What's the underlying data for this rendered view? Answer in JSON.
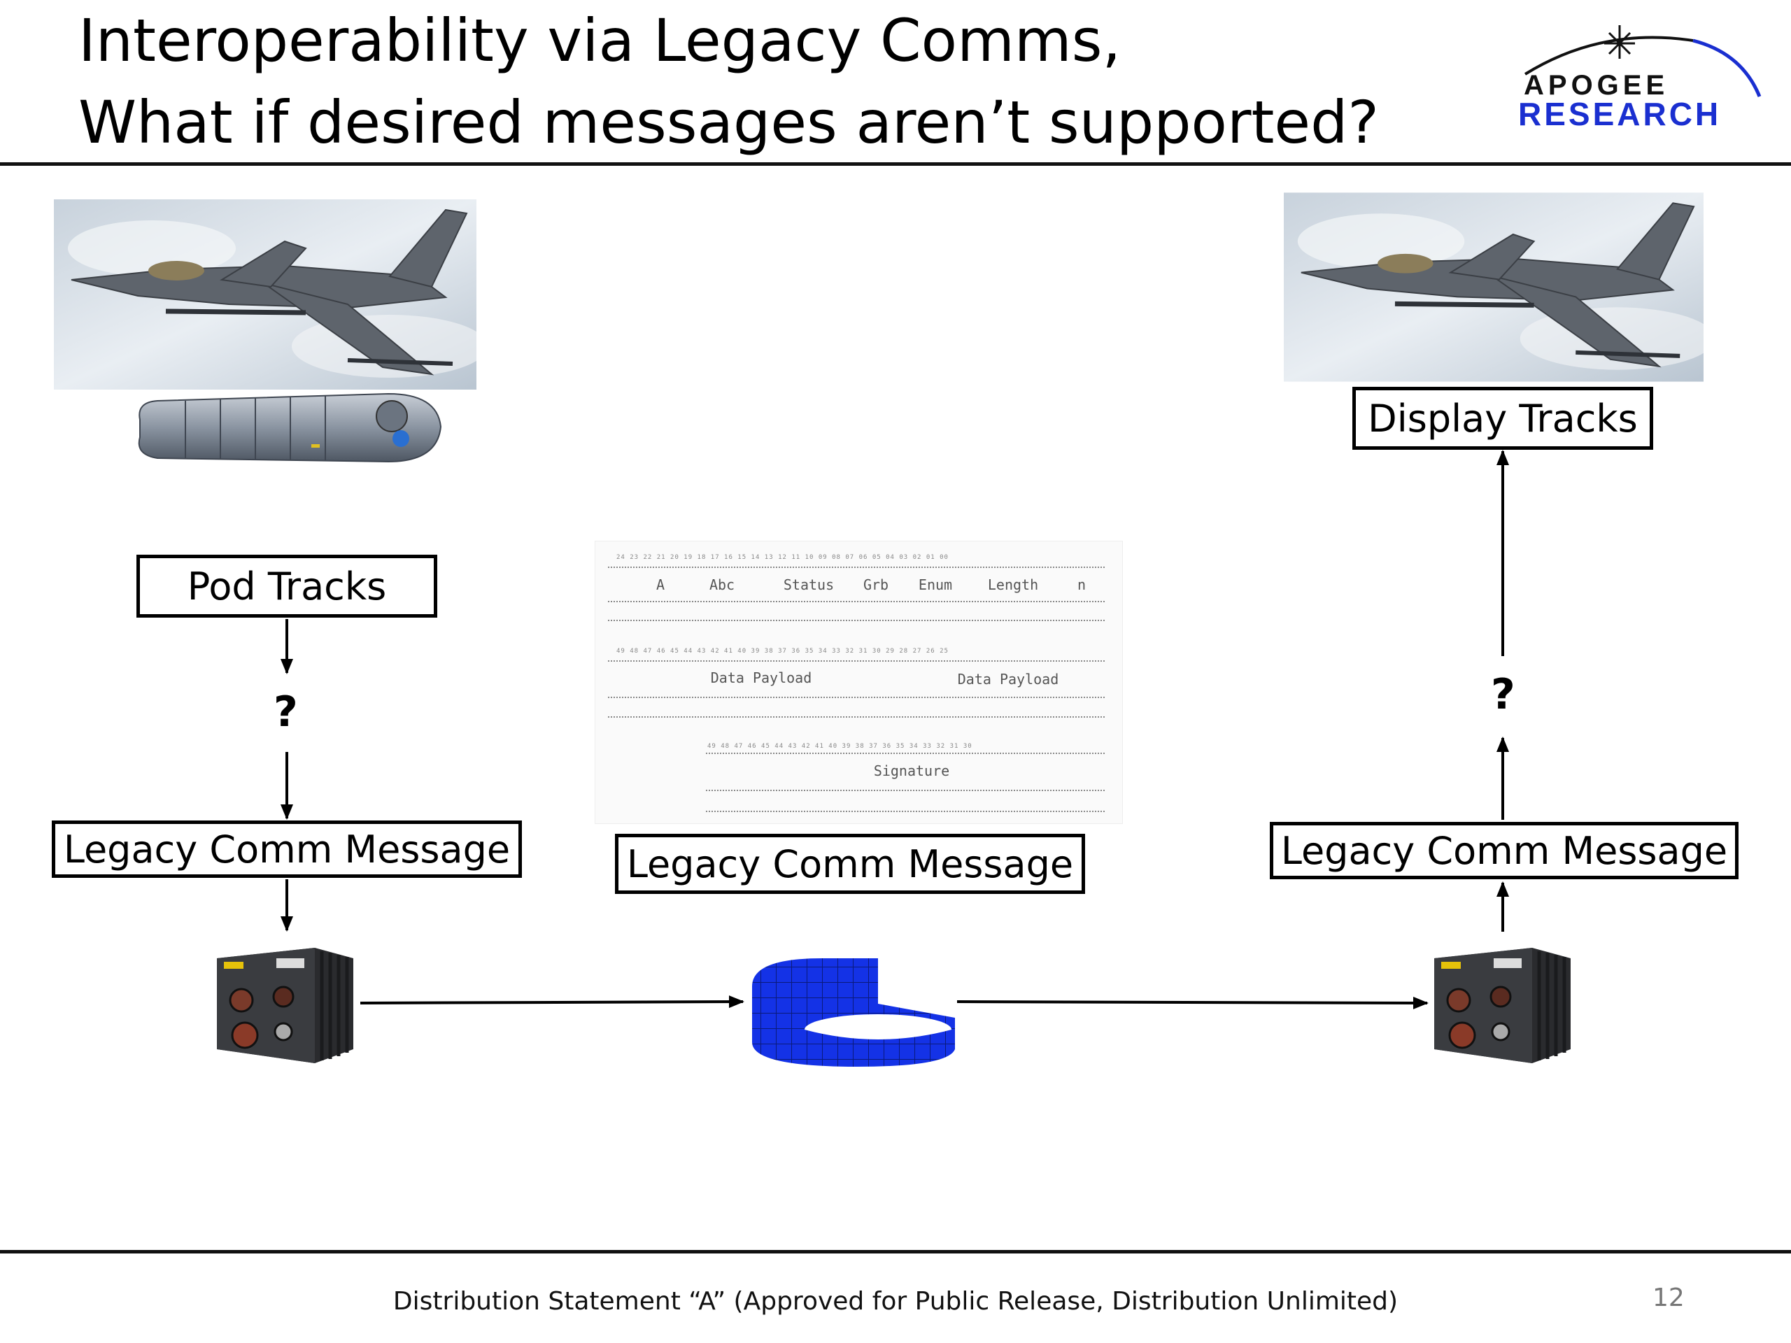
{
  "slide": {
    "title_line1": "Interoperability via Legacy Comms,",
    "title_line2": "What if desired messages aren’t supported?",
    "logo": {
      "word1": "APOGEE",
      "word2": "RESEARCH",
      "brand_color": "#1a2fd0"
    },
    "footer": "Distribution Statement “A” (Approved for Public Release, Distribution Unlimited)",
    "page_number": "12"
  },
  "diagram": {
    "left": {
      "image_aircraft": "f16-jet-image",
      "image_pod": "targeting-pod-image",
      "box_pod": "Pod Tracks",
      "question": "?",
      "box_legacy": "Legacy Comm Message",
      "image_radio": "radio-unit-image"
    },
    "middle": {
      "message_format": {
        "row1_fields": [
          "A",
          "Abc",
          "Status",
          "Grb",
          "Enum",
          "Length",
          "n"
        ],
        "row2_fields": [
          "Data Payload",
          "Data Payload"
        ],
        "row3_fields": [
          "Signature"
        ]
      },
      "box_legacy": "Legacy Comm Message",
      "image_channel": "comm-channel-ring-image"
    },
    "right": {
      "image_aircraft": "f16-jet-image",
      "box_display": "Display Tracks",
      "question": "?",
      "box_legacy": "Legacy Comm Message",
      "image_radio": "radio-unit-image"
    }
  }
}
